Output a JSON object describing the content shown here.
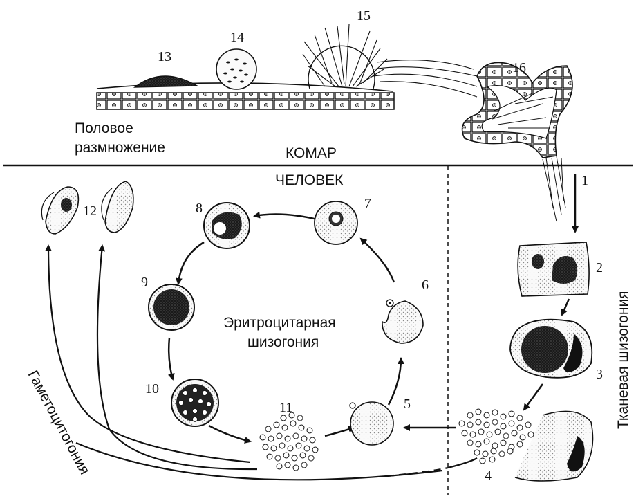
{
  "labels": {
    "sexual_reproduction": [
      "Половое",
      "размножение"
    ],
    "mosquito": "КОМАР",
    "human": "ЧЕЛОВЕК",
    "erythrocytic_schizogony": [
      "Эритроцитарная",
      "шизогония"
    ],
    "tissue_schizogony": "Тканевая шизогония",
    "gametocytogony": "Гаметоцитогония"
  },
  "stage_numbers": [
    "1",
    "2",
    "3",
    "4",
    "5",
    "6",
    "7",
    "8",
    "9",
    "10",
    "11",
    "12",
    "13",
    "14",
    "15",
    "16"
  ],
  "colors": {
    "ink": "#111111",
    "cell_fill": "#f4f4f4",
    "dark_fill": "#222222"
  }
}
